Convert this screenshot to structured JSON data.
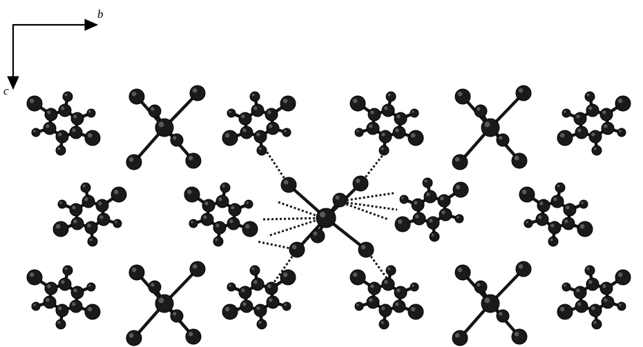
{
  "axes": {
    "b_label": "b",
    "c_label": "c"
  },
  "colors": {
    "atom": "#1a1a1a",
    "bond": "#151515",
    "background": "#ffffff"
  },
  "figure_type": "crystal packing diagram (ball-and-stick) with dashed hydrogen bonds"
}
